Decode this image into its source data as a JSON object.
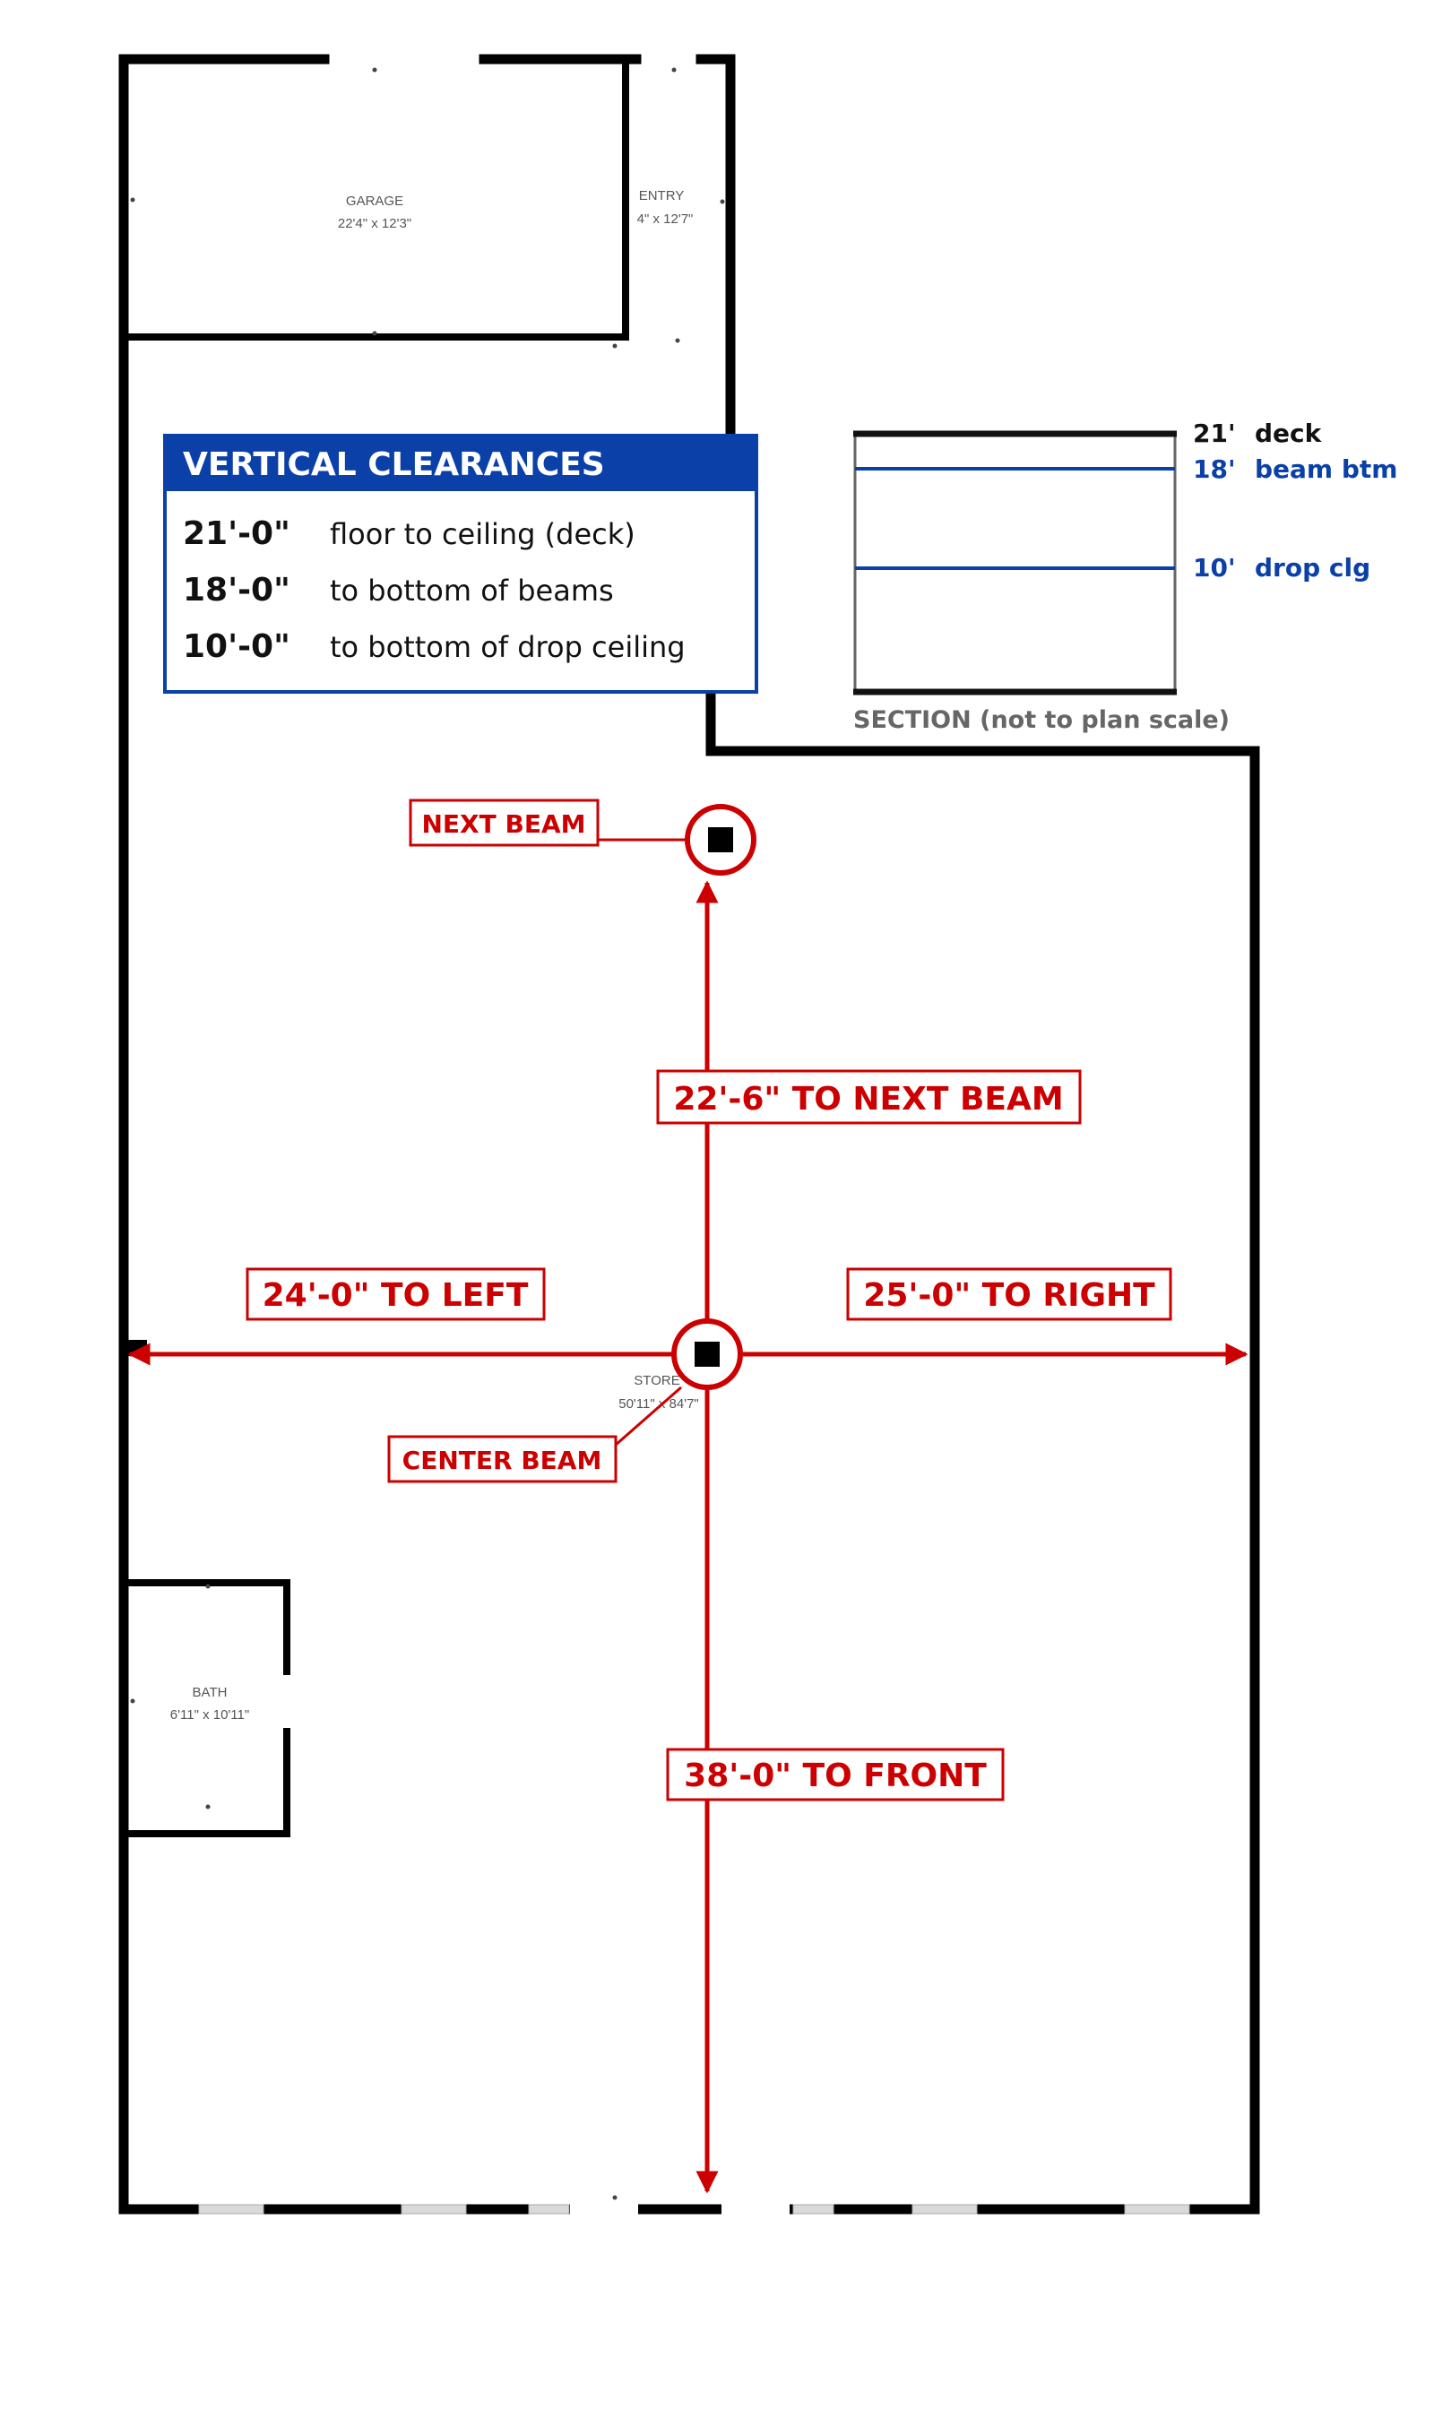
{
  "rooms": {
    "garage": {
      "name": "GARAGE",
      "dims": "22'4\" x 12'3\""
    },
    "entry": {
      "name": "ENTRY",
      "dims": "4\" x 12'7\""
    },
    "store": {
      "name": "STORE",
      "dims": "50'11\" x 84'7\""
    },
    "bath": {
      "name": "BATH",
      "dims": "6'11\" x 10'11\""
    }
  },
  "clearances": {
    "title": "VERTICAL CLEARANCES",
    "rows": [
      {
        "value": "21'-0\"",
        "desc": "floor to ceiling (deck)"
      },
      {
        "value": "18'-0\"",
        "desc": "to bottom of beams"
      },
      {
        "value": "10'-0\"",
        "desc": "to bottom of drop ceiling"
      }
    ]
  },
  "section": {
    "caption": "SECTION (not to plan scale)",
    "deck": {
      "height": "21'",
      "label": "deck"
    },
    "beam": {
      "height": "18'",
      "label": "beam btm"
    },
    "drop": {
      "height": "10'",
      "label": "drop clg"
    }
  },
  "annotations": {
    "next_beam": "NEXT BEAM",
    "center_beam": "CENTER BEAM",
    "to_next_beam": "22'-6\"  TO NEXT BEAM",
    "to_left": "24'-0\"  TO LEFT",
    "to_right": "25'-0\"  TO RIGHT",
    "to_front": "38'-0\"  TO FRONT"
  },
  "colors": {
    "wall": "#000000",
    "accent_blue": "#0a40a8",
    "dimension_red": "#cc0000",
    "caption_gray": "#666666"
  }
}
